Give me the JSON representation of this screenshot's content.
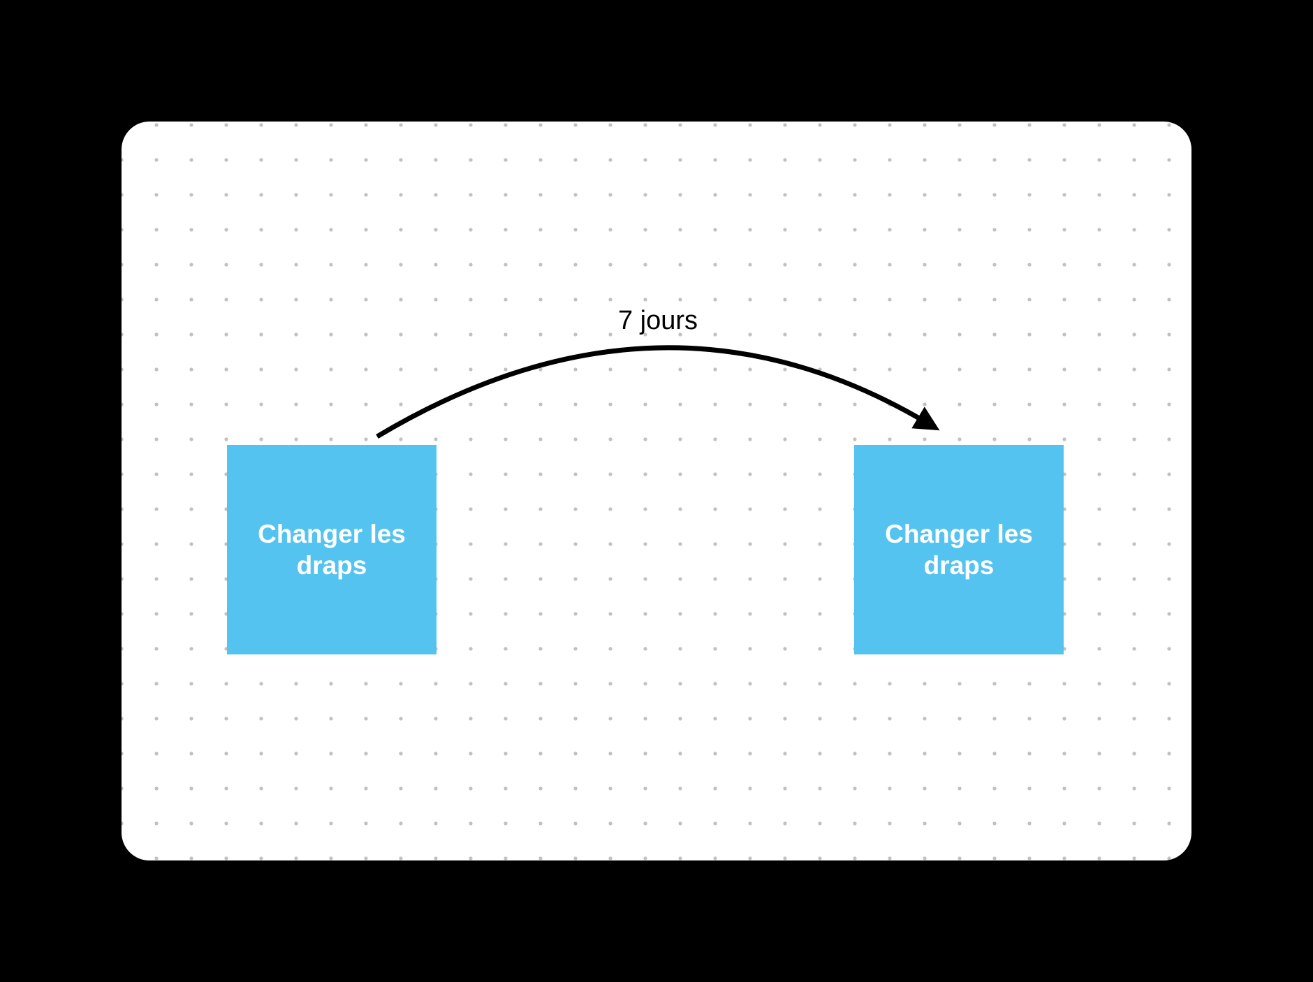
{
  "theme": {
    "page_bg": "#000000",
    "canvas_bg": "#ffffff",
    "dot_color": "#c1c1c1",
    "note_color": "#55c3f0",
    "note_text_color": "#ffffff",
    "connector_color": "#000000",
    "label_color": "#000000"
  },
  "canvas": {
    "notes": [
      {
        "label": "Changer les draps"
      },
      {
        "label": "Changer les draps"
      }
    ],
    "connector": {
      "label": "7 jours"
    }
  }
}
